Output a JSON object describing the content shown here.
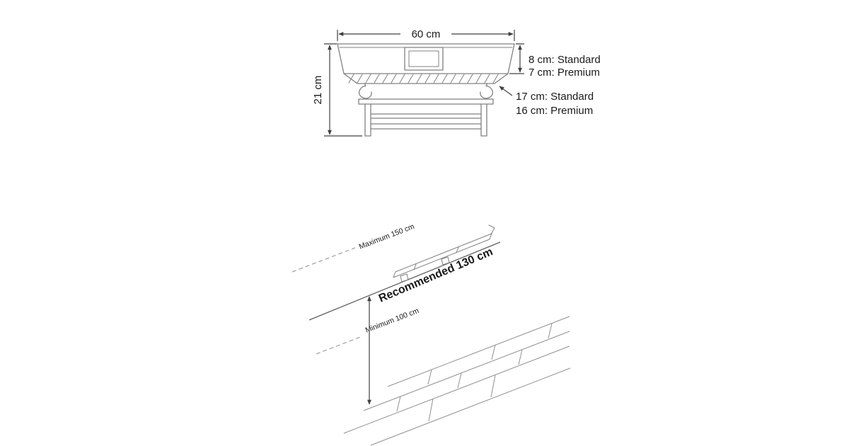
{
  "page": {
    "background": "#ffffff"
  },
  "colors": {
    "outline": "#808080",
    "dimension": "#404040",
    "dashed": "#a6a6a6",
    "wall": "#606060",
    "floor": "#909090",
    "text": "#1a1a1a"
  },
  "dimension_diagram": {
    "width_label": "60 cm",
    "height_label": "21 cm",
    "depth_labels": [
      "8 cm: Standard",
      "7 cm: Premium"
    ],
    "projection_labels": [
      "17 cm: Standard",
      "16 cm: Premium"
    ]
  },
  "installation_diagram": {
    "maximum_label": "Maximum 150 cm",
    "recommended_label": "Recommended 130 cm",
    "minimum_label": "Minimum 100 cm"
  }
}
